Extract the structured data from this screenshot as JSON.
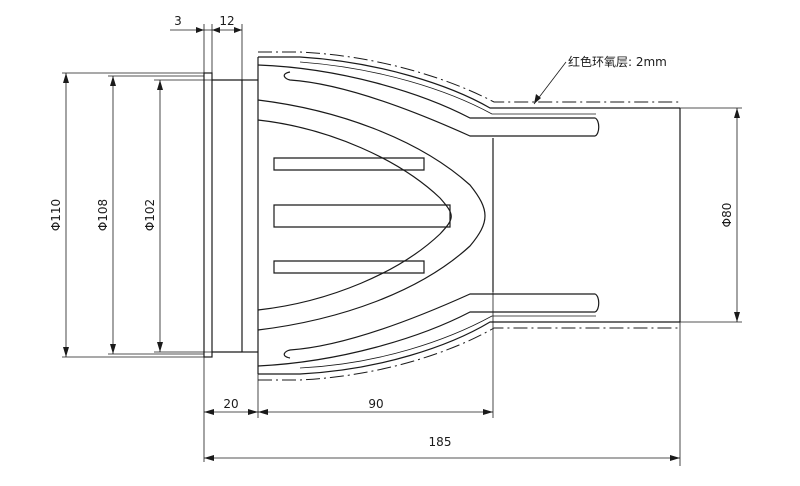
{
  "dimensions": {
    "d110": "Φ110",
    "d108": "Φ108",
    "d102": "Φ102",
    "d80": "Φ80",
    "len3": "3",
    "len12": "12",
    "len20": "20",
    "len90": "90",
    "len185": "185"
  },
  "annotation": {
    "coating_label": "红色环氧层: 2mm"
  }
}
